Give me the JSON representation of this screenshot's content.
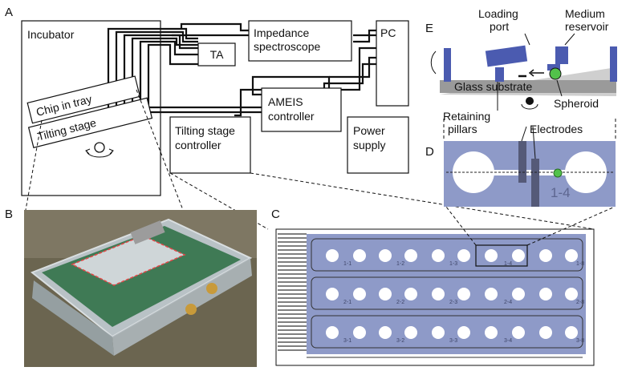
{
  "panels": {
    "a": "A",
    "b": "B",
    "c": "C",
    "d": "D",
    "e": "E"
  },
  "panel_a": {
    "incubator": "Incubator",
    "chip_in_tray": "Chip in tray",
    "tilting_stage": "Tilting stage",
    "ta": "TA",
    "impedance_l1": "Impedance",
    "impedance_l2": "spectroscope",
    "pc": "PC",
    "ameis_l1": "AMEIS",
    "ameis_l2": "controller",
    "tilt_ctrl_l1": "Tilting stage",
    "tilt_ctrl_l2": "controller",
    "power_l1": "Power",
    "power_l2": "supply"
  },
  "panel_e": {
    "loading_l1": "Loading",
    "loading_l2": "port",
    "medium_l1": "Medium",
    "medium_l2": "reservoir",
    "glass": "Glass substrate",
    "spheroid": "Spheroid",
    "retaining_l1": "Retaining",
    "retaining_l2": "pillars",
    "electrodes": "Electrodes"
  },
  "panel_d": {
    "chamber_label": "1-4"
  },
  "panel_c": {
    "chamber_labels": [
      "1-1",
      "1-2",
      "1-3",
      "1-4",
      "1-8",
      "2-1",
      "2-2",
      "2-3",
      "2-4",
      "2-8",
      "3-1",
      "3-2",
      "3-3",
      "3-4",
      "3-8"
    ]
  },
  "colors": {
    "chip_blue": "#8e9ac8",
    "spheroid_green": "#52c24a",
    "photo_bg": "#6b6550"
  }
}
